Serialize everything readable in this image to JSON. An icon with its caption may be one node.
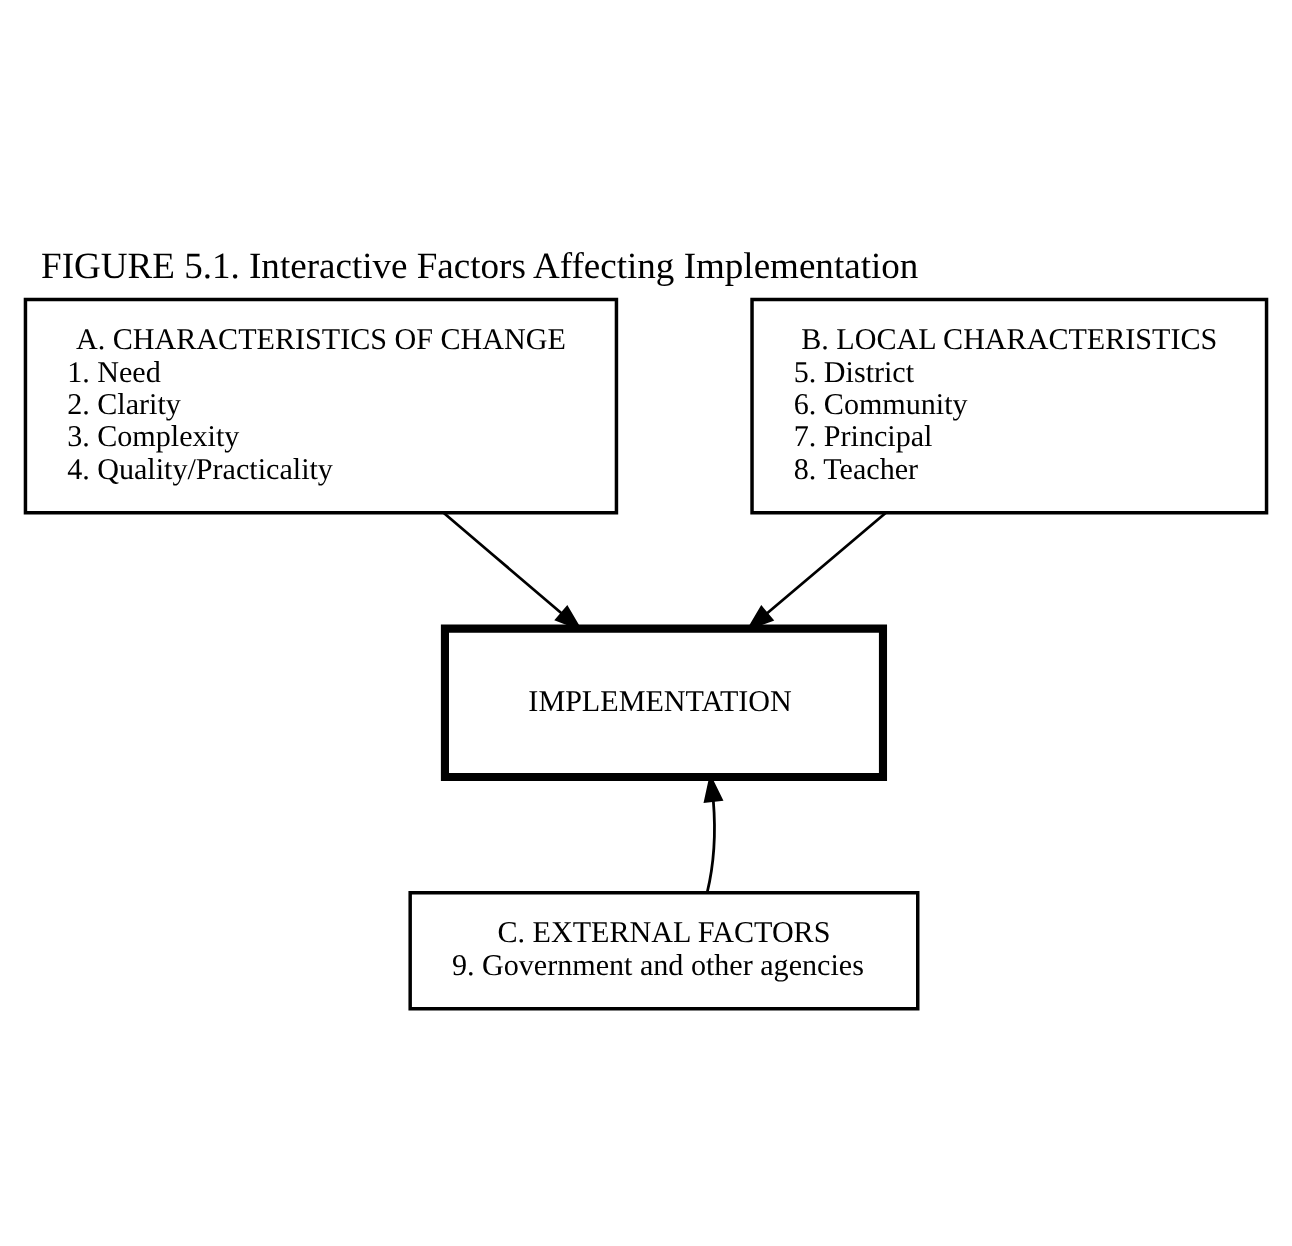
{
  "diagram": {
    "title": "FIGURE 5.1. Interactive Factors Affecting Implementation",
    "nodes": [
      {
        "text": [
          "A. CHARACTERISTICS OF CHANGE",
          "1. Need",
          "2. Clarity",
          "3. Complexity",
          "4. Quality/Practicality"
        ]
      },
      {
        "text": [
          "B. LOCAL CHARACTERISTICS",
          "5. District",
          "6. Community",
          "7. Principal",
          "8. Teacher"
        ]
      },
      {
        "text": [
          "IMPLEMENTATION"
        ]
      },
      {
        "text": [
          "C. EXTERNAL FACTORS",
          "9. Government and other agencies"
        ]
      }
    ],
    "edges": [
      {
        "from": 0,
        "to": 2,
        "arrow": "to"
      },
      {
        "from": 1,
        "to": 2,
        "arrow": "to"
      },
      {
        "from": 3,
        "to": 2,
        "arrow": "to"
      }
    ]
  }
}
